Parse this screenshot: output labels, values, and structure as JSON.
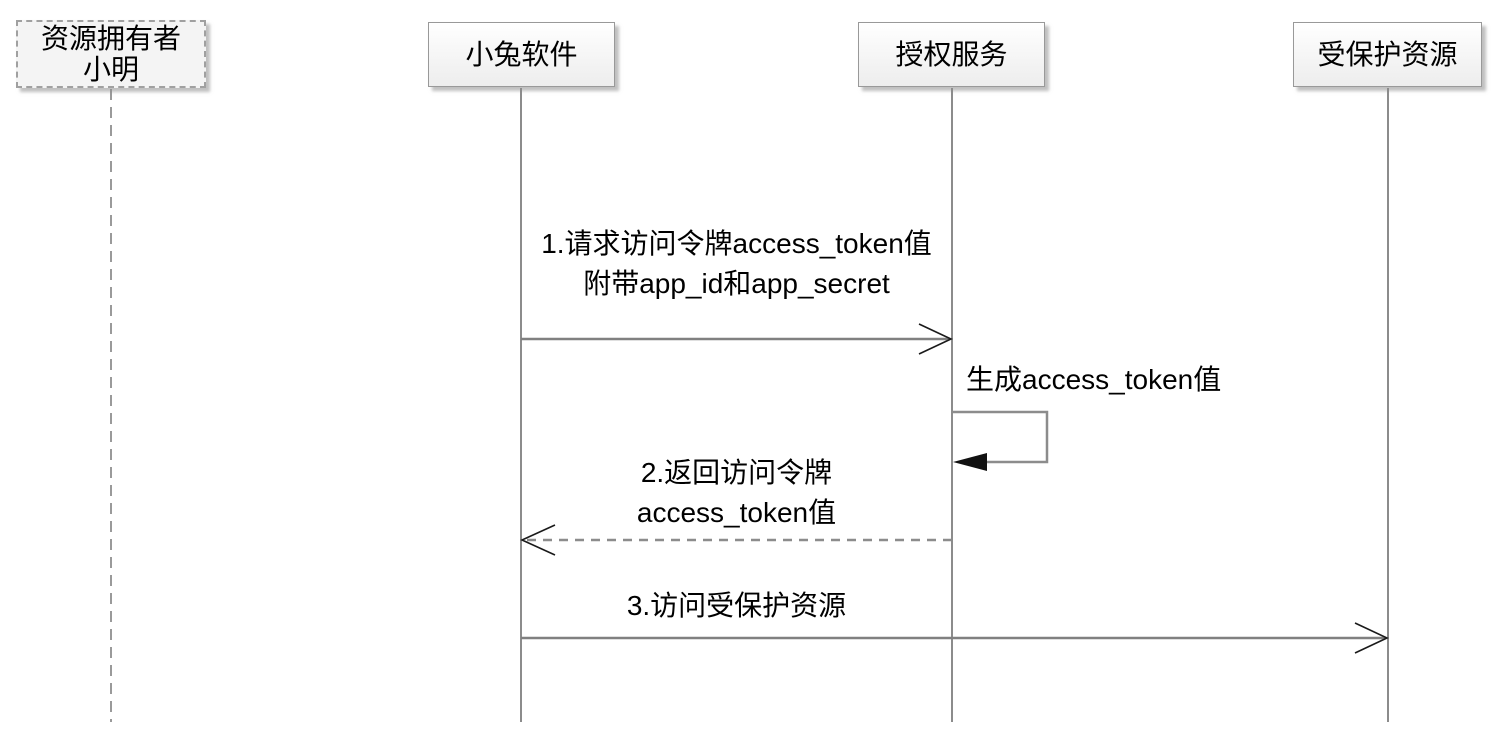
{
  "diagram": {
    "type": "sequence-diagram",
    "actors": [
      {
        "id": "resource-owner",
        "lines": [
          "资源拥有者",
          "小明"
        ],
        "box_style": "dashed"
      },
      {
        "id": "client-app",
        "lines": [
          "小兔软件"
        ],
        "box_style": "solid"
      },
      {
        "id": "auth-service",
        "lines": [
          "授权服务"
        ],
        "box_style": "solid"
      },
      {
        "id": "protected-resource",
        "lines": [
          "受保护资源"
        ],
        "box_style": "solid"
      }
    ],
    "messages": [
      {
        "seq": "1",
        "lines": [
          "1.请求访问令牌access_token值",
          "附带app_id和app_secret"
        ],
        "from": "小兔软件",
        "to": "授权服务",
        "arrow": "solid-open"
      },
      {
        "seq": "",
        "lines": [
          "生成access_token值"
        ],
        "from": "授权服务",
        "to": "授权服务",
        "arrow": "self-filled"
      },
      {
        "seq": "2",
        "lines": [
          "2.返回访问令牌",
          "access_token值"
        ],
        "from": "授权服务",
        "to": "小兔软件",
        "arrow": "dashed-open"
      },
      {
        "seq": "3",
        "lines": [
          "3.访问受保护资源"
        ],
        "from": "小兔软件",
        "to": "受保护资源",
        "arrow": "solid-open"
      }
    ],
    "colors": {
      "lifeline": "#8c8c8c",
      "message_line": "#808080",
      "arrowhead_stroke": "#1a1a1a",
      "self_arrow_fill": "#111111",
      "box_border": "#999999",
      "box_bg_top": "#ffffff",
      "box_bg_bottom": "#ededed",
      "dashed_box_bg": "#f4f4f4",
      "text": "#000000"
    }
  }
}
